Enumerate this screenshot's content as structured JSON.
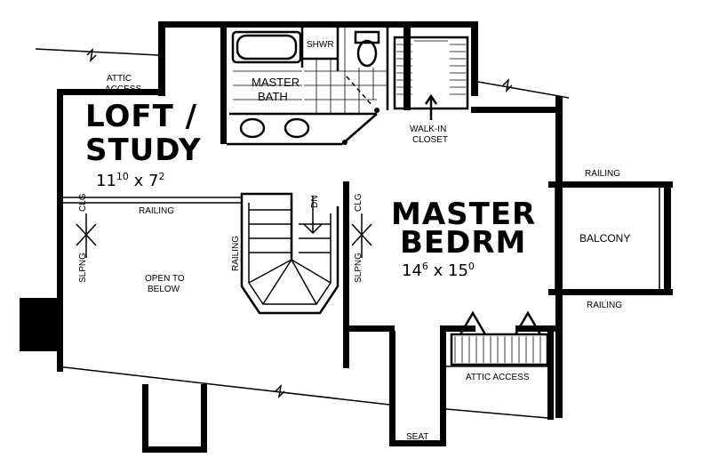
{
  "rooms": {
    "attic_access_top": [
      "ATTIC",
      "ACCESS"
    ],
    "loft_study": {
      "name": [
        "LOFT /",
        "STUDY"
      ],
      "size_w": "11",
      "size_w_sup": "10",
      "size_h": "7",
      "size_h_sup": "2"
    },
    "master_bath": [
      "MASTER",
      "BATH"
    ],
    "shower": "SHWR",
    "walk_in_closet": [
      "WALK-IN",
      "CLOSET"
    ],
    "master_bedroom": {
      "name": [
        "MASTER",
        "BEDRM"
      ],
      "size_w": "14",
      "size_w_sup": "6",
      "size_h": "15",
      "size_h_sup": "0"
    },
    "balcony": "BALCONY",
    "open_to_below": [
      "OPEN TO",
      "BELOW"
    ],
    "attic_access_bottom": "ATTIC ACCESS",
    "seat": "SEAT"
  },
  "labels": {
    "railing_loft": "RAILING",
    "railing_stairs": "RAILING",
    "railing_balcony_top": "RAILING",
    "railing_balcony_bottom": "RAILING",
    "stair_down": "DN",
    "sloping_ceiling": "SLPNG",
    "ceiling": "CLG"
  }
}
